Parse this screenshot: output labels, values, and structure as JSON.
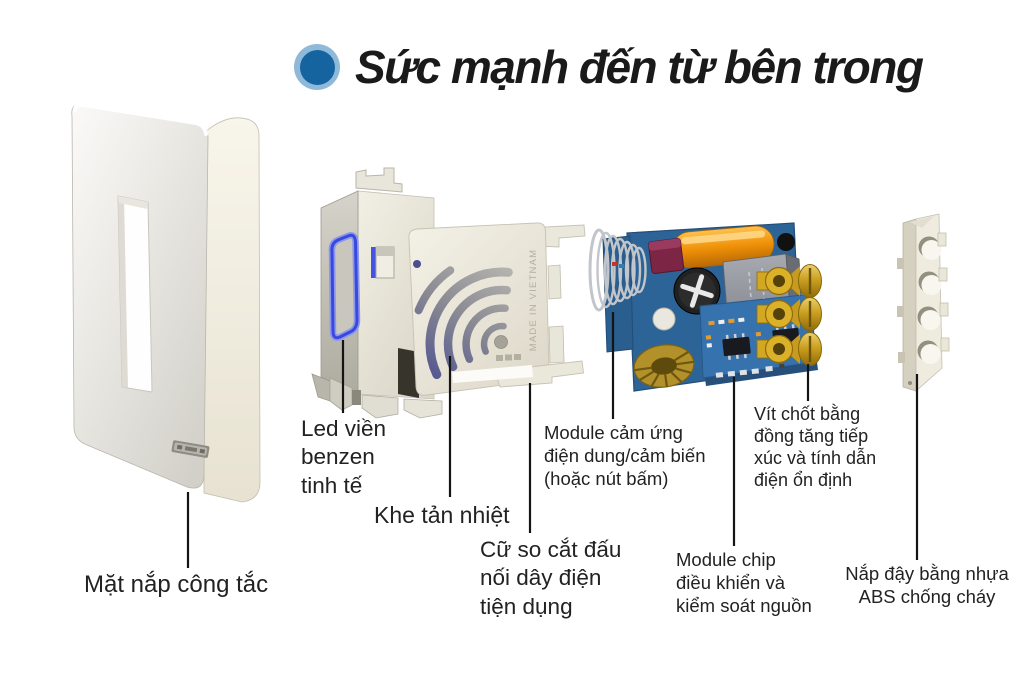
{
  "title": {
    "text": "Sức mạnh đến từ bên trong"
  },
  "callouts": {
    "faceplate": {
      "text": "Mặt nắp công tắc"
    },
    "led": {
      "text": "Led viền\nbenzen\ntinh tế"
    },
    "heat": {
      "text": "Khe tản nhiệt"
    },
    "wire_guide": {
      "text": "Cữ so cắt đấu\nnối dây điện\ntiện dụng"
    },
    "sensor": {
      "text": "Module cảm ứng\nđiện dung/cảm biến\n(hoặc nút bấm)"
    },
    "chip": {
      "text": "Module chip\nđiều khiển và\nkiểm soát nguồn"
    },
    "screw": {
      "text": "Vít chốt bằng\nđồng tăng tiếp\nxúc và tính dẫn\nđiện ổn định"
    },
    "abs_cover": {
      "text": "Nắp đậy bằng nhựa\nABS chống cháy"
    }
  },
  "engraving": {
    "back_cover": "MADE IN VIETNAM"
  },
  "colors": {
    "background": "#ffffff",
    "title_icon_outer": "#8fb9d9",
    "title_icon_inner": "#15649f",
    "led_ring_blue": "#3a49dd",
    "pcb_blue": "#2d6497",
    "brass": "#d2a722",
    "leader_line": "#141414"
  }
}
